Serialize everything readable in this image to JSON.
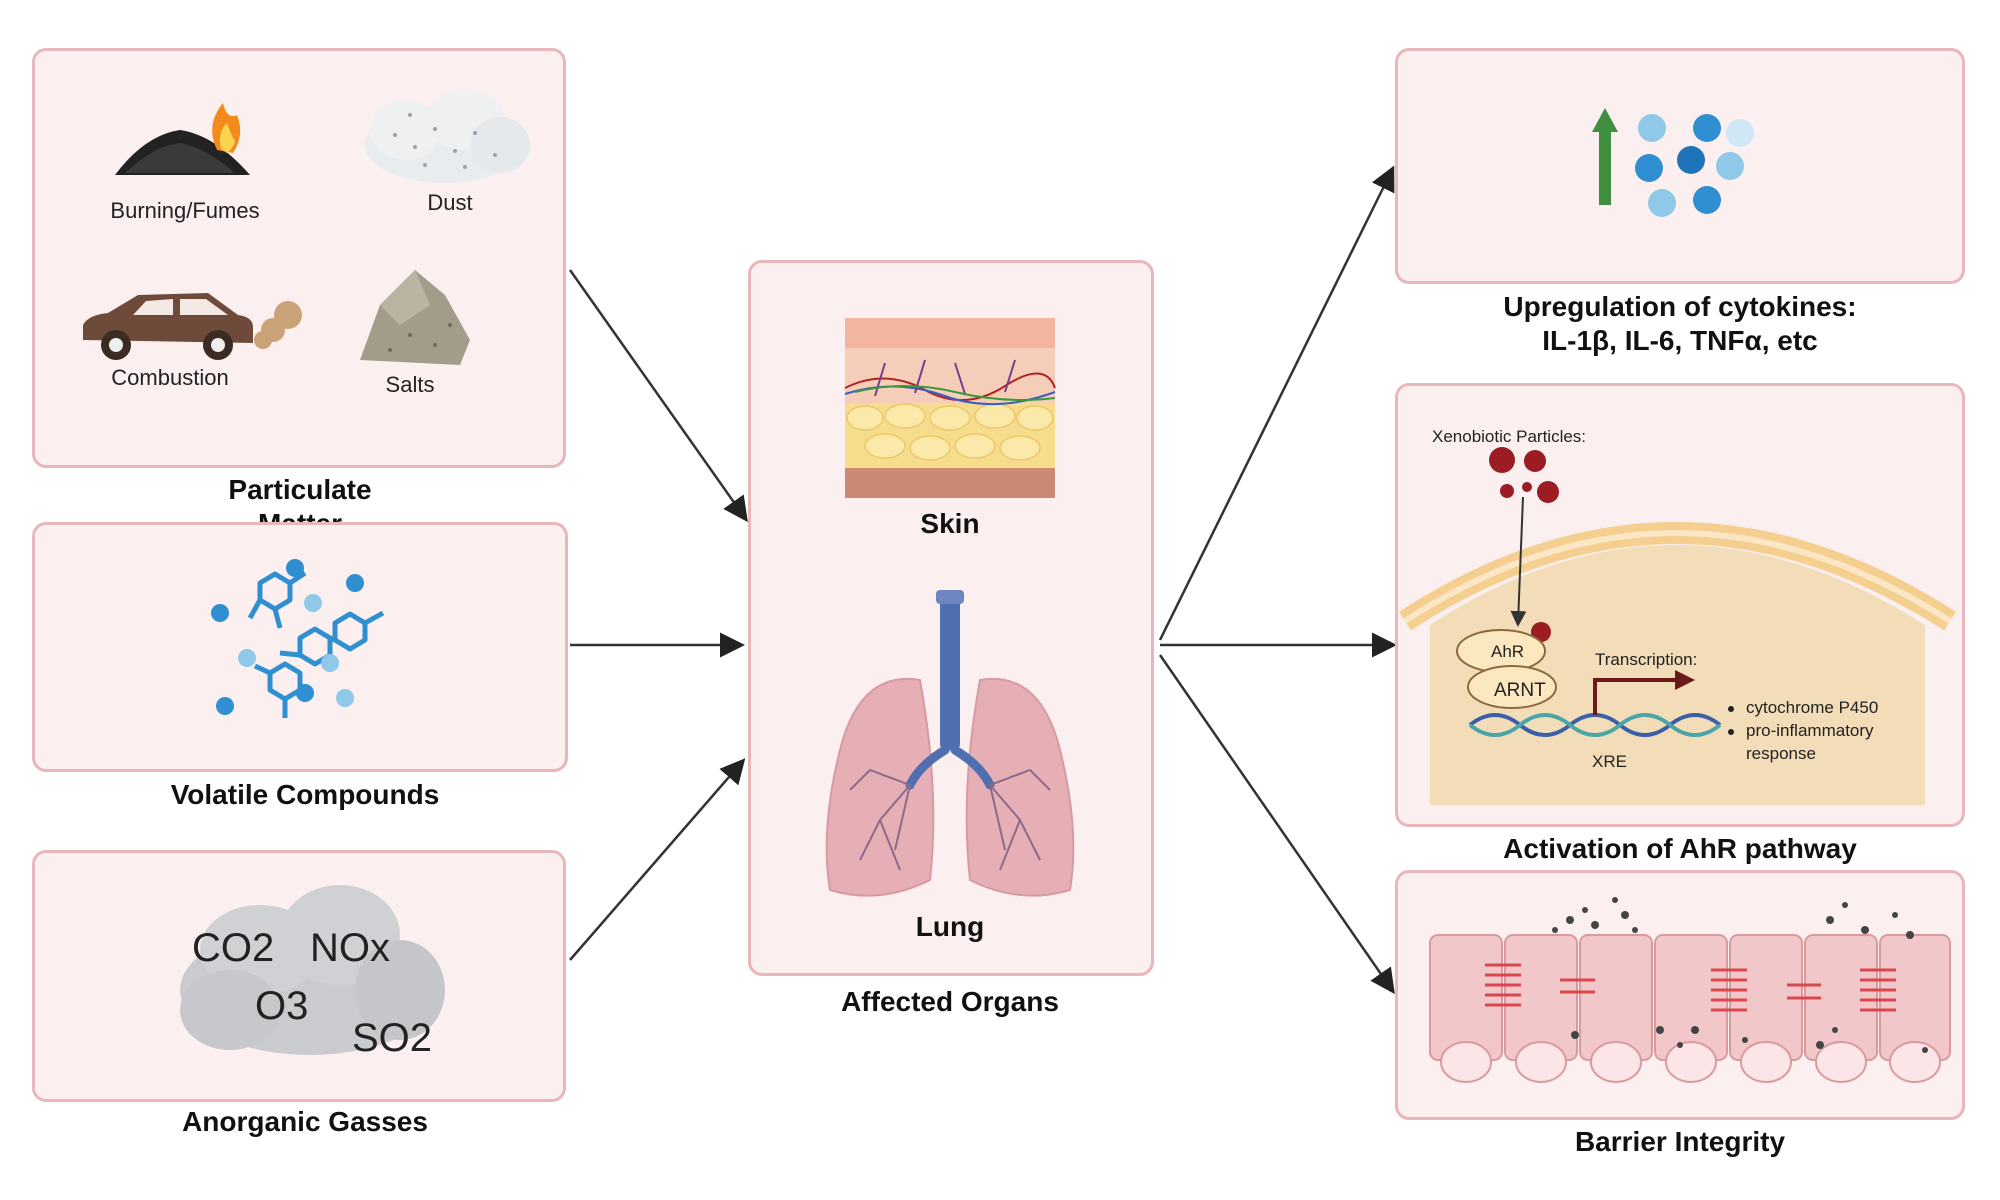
{
  "sources": {
    "particulate": {
      "title_line1": "Particulate",
      "title_line2": "Matter",
      "items": {
        "burning": "Burning/Fumes",
        "dust": "Dust",
        "combustion": "Combustion",
        "salts": "Salts"
      }
    },
    "volatile": {
      "title": "Volatile Compounds"
    },
    "gasses": {
      "title": "Anorganic Gasses",
      "co2": "CO2",
      "nox": "NOx",
      "o3": "O3",
      "so2": "SO2"
    }
  },
  "organs": {
    "title": "Affected Organs",
    "skin": "Skin",
    "lung": "Lung"
  },
  "effects": {
    "cytokines": {
      "title_line1": "Upregulation of cytokines:",
      "title_line2": "IL-1β, IL-6, TNFα, etc"
    },
    "ahr": {
      "title": "Activation of AhR pathway",
      "xenobiotic": "Xenobiotic Particles:",
      "ahr": "AhR",
      "arnt": "ARNT",
      "transcription": "Transcription:",
      "xre": "XRE",
      "bullet1": "cytochrome P450",
      "bullet2_line1": "pro-inflammatory",
      "bullet2_line2": "response"
    },
    "barrier": {
      "title": "Barrier Integrity"
    }
  },
  "colors": {
    "panel_fill": "#fbeff0",
    "panel_border": "#e8b6bb",
    "molecule_blue": "#2f8fd0",
    "particle_red": "#9b1c22",
    "arrow_green": "#3f8f3f"
  }
}
